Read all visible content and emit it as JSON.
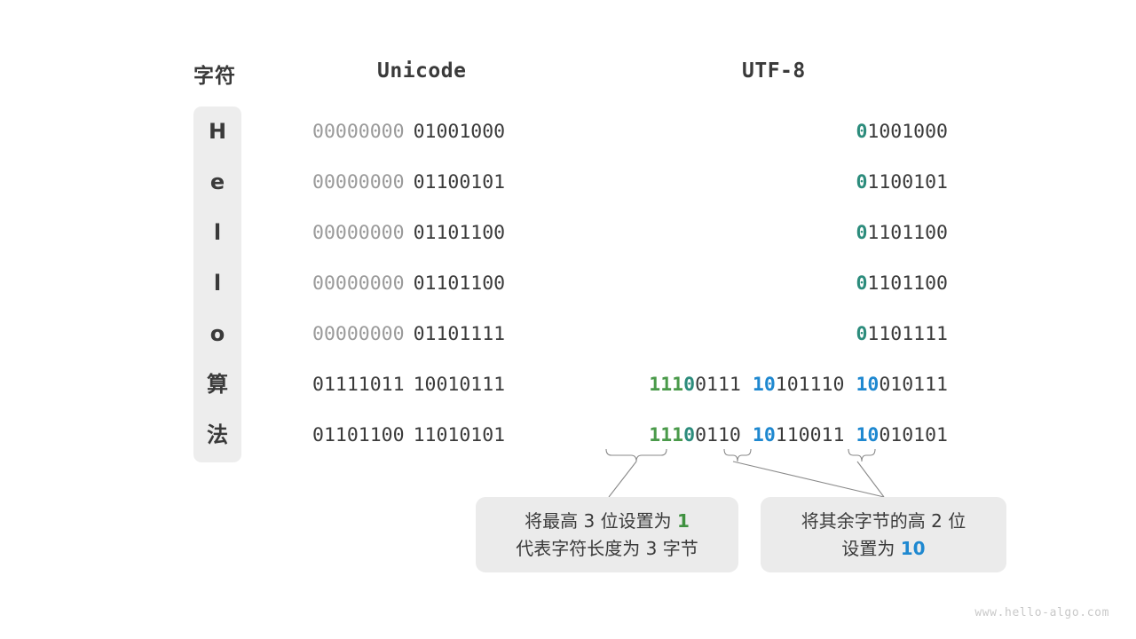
{
  "headers": {
    "char": "字符",
    "unicode": "Unicode",
    "utf8": "UTF-8"
  },
  "colors": {
    "background": "#ffffff",
    "panel": "#ededed",
    "callout_bg": "#ebebeb",
    "text_dark": "#3a3a3a",
    "text_dim": "#9a9a9a",
    "teal": "#2c8c7c",
    "green": "#4a9a4a",
    "blue": "#1e88d0",
    "connector": "#8a8a8a",
    "watermark": "#c9c9c9"
  },
  "rows": [
    {
      "char": "H",
      "unicode_hi": "00000000",
      "unicode_lo": "01001000",
      "utf8_b1_pref": "0",
      "utf8_b1_rest": "1001000",
      "utf8_b2_pref": "",
      "utf8_b2_rest": "",
      "utf8_b3_pref": "",
      "utf8_b3_rest": ""
    },
    {
      "char": "e",
      "unicode_hi": "00000000",
      "unicode_lo": "01100101",
      "utf8_b1_pref": "0",
      "utf8_b1_rest": "1100101",
      "utf8_b2_pref": "",
      "utf8_b2_rest": "",
      "utf8_b3_pref": "",
      "utf8_b3_rest": ""
    },
    {
      "char": "l",
      "unicode_hi": "00000000",
      "unicode_lo": "01101100",
      "utf8_b1_pref": "0",
      "utf8_b1_rest": "1101100",
      "utf8_b2_pref": "",
      "utf8_b2_rest": "",
      "utf8_b3_pref": "",
      "utf8_b3_rest": ""
    },
    {
      "char": "l",
      "unicode_hi": "00000000",
      "unicode_lo": "01101100",
      "utf8_b1_pref": "0",
      "utf8_b1_rest": "1101100",
      "utf8_b2_pref": "",
      "utf8_b2_rest": "",
      "utf8_b3_pref": "",
      "utf8_b3_rest": ""
    },
    {
      "char": "o",
      "unicode_hi": "00000000",
      "unicode_lo": "01101111",
      "utf8_b1_pref": "0",
      "utf8_b1_rest": "1101111",
      "utf8_b2_pref": "",
      "utf8_b2_rest": "",
      "utf8_b3_pref": "",
      "utf8_b3_rest": ""
    },
    {
      "char": "算",
      "unicode_hi": "01111011",
      "unicode_lo": "10010111",
      "utf8_b1_pref": "111",
      "utf8_b1_zero": "0",
      "utf8_b1_rest": "0111",
      "utf8_b2_pref": "10",
      "utf8_b2_rest": "101110",
      "utf8_b3_pref": "10",
      "utf8_b3_rest": "010111"
    },
    {
      "char": "法",
      "unicode_hi": "01101100",
      "unicode_lo": "11010101",
      "utf8_b1_pref": "111",
      "utf8_b1_zero": "0",
      "utf8_b1_rest": "0110",
      "utf8_b2_pref": "10",
      "utf8_b2_rest": "110011",
      "utf8_b3_pref": "10",
      "utf8_b3_rest": "010101"
    }
  ],
  "callouts": [
    {
      "line1_a": "将最高",
      "line1_num": "3",
      "line1_b": "位设置为",
      "line1_em": "1",
      "line2_a": "代表字符长度为",
      "line2_num": "3",
      "line2_b": "字节"
    },
    {
      "line1_a": "将其余字节的高",
      "line1_num": "2",
      "line1_b": "位",
      "line2_a": "设置为",
      "line2_em": "10"
    }
  ],
  "watermark": "www.hello-algo.com"
}
